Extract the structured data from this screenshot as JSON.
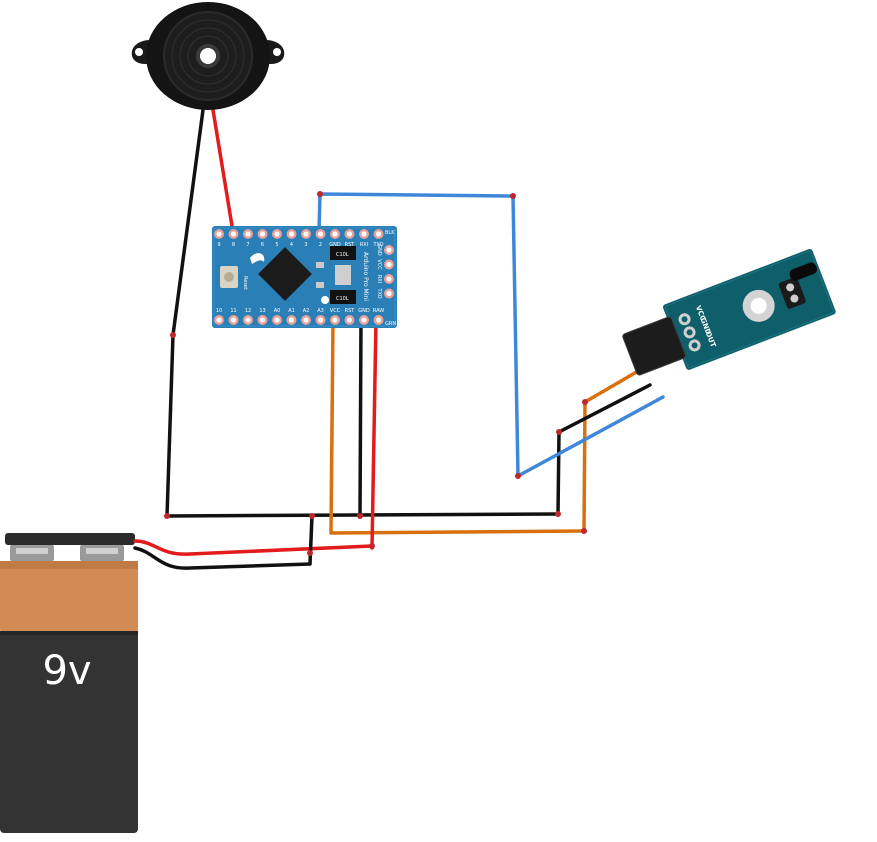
{
  "colors": {
    "wire_red": "#e31b1b",
    "wire_black": "#111111",
    "wire_blue": "#3f87d9",
    "wire_orange": "#d9700f",
    "joint": "#c0272d",
    "board_blue": "#2a7fb6",
    "sensor_teal": "#0f5f6a",
    "battery_top": "#d28b55",
    "battery_body": "#333333"
  },
  "buzzer": {
    "icon": "piezo-buzzer-icon"
  },
  "arduino": {
    "top_pins": [
      "9",
      "8",
      "7",
      "6",
      "5",
      "4",
      "3",
      "2",
      "GND",
      "RST",
      "RXI",
      "TXO"
    ],
    "bottom_pins": [
      "10",
      "11",
      "12",
      "13",
      "A0",
      "A1",
      "A2",
      "A3",
      "VCC",
      "RST",
      "GND",
      "RAW"
    ],
    "right_pins": [
      "GND",
      "VCC",
      "RXI",
      "TXO"
    ],
    "corner_top": "BLK",
    "corner_bottom": "GRN",
    "board_name": "Arduino Pro Mini",
    "reset_label": "Reset",
    "reg_label": "C10L"
  },
  "sensor": {
    "pins": [
      "VCC",
      "GND",
      "OUT"
    ]
  },
  "battery": {
    "label": "9v"
  }
}
